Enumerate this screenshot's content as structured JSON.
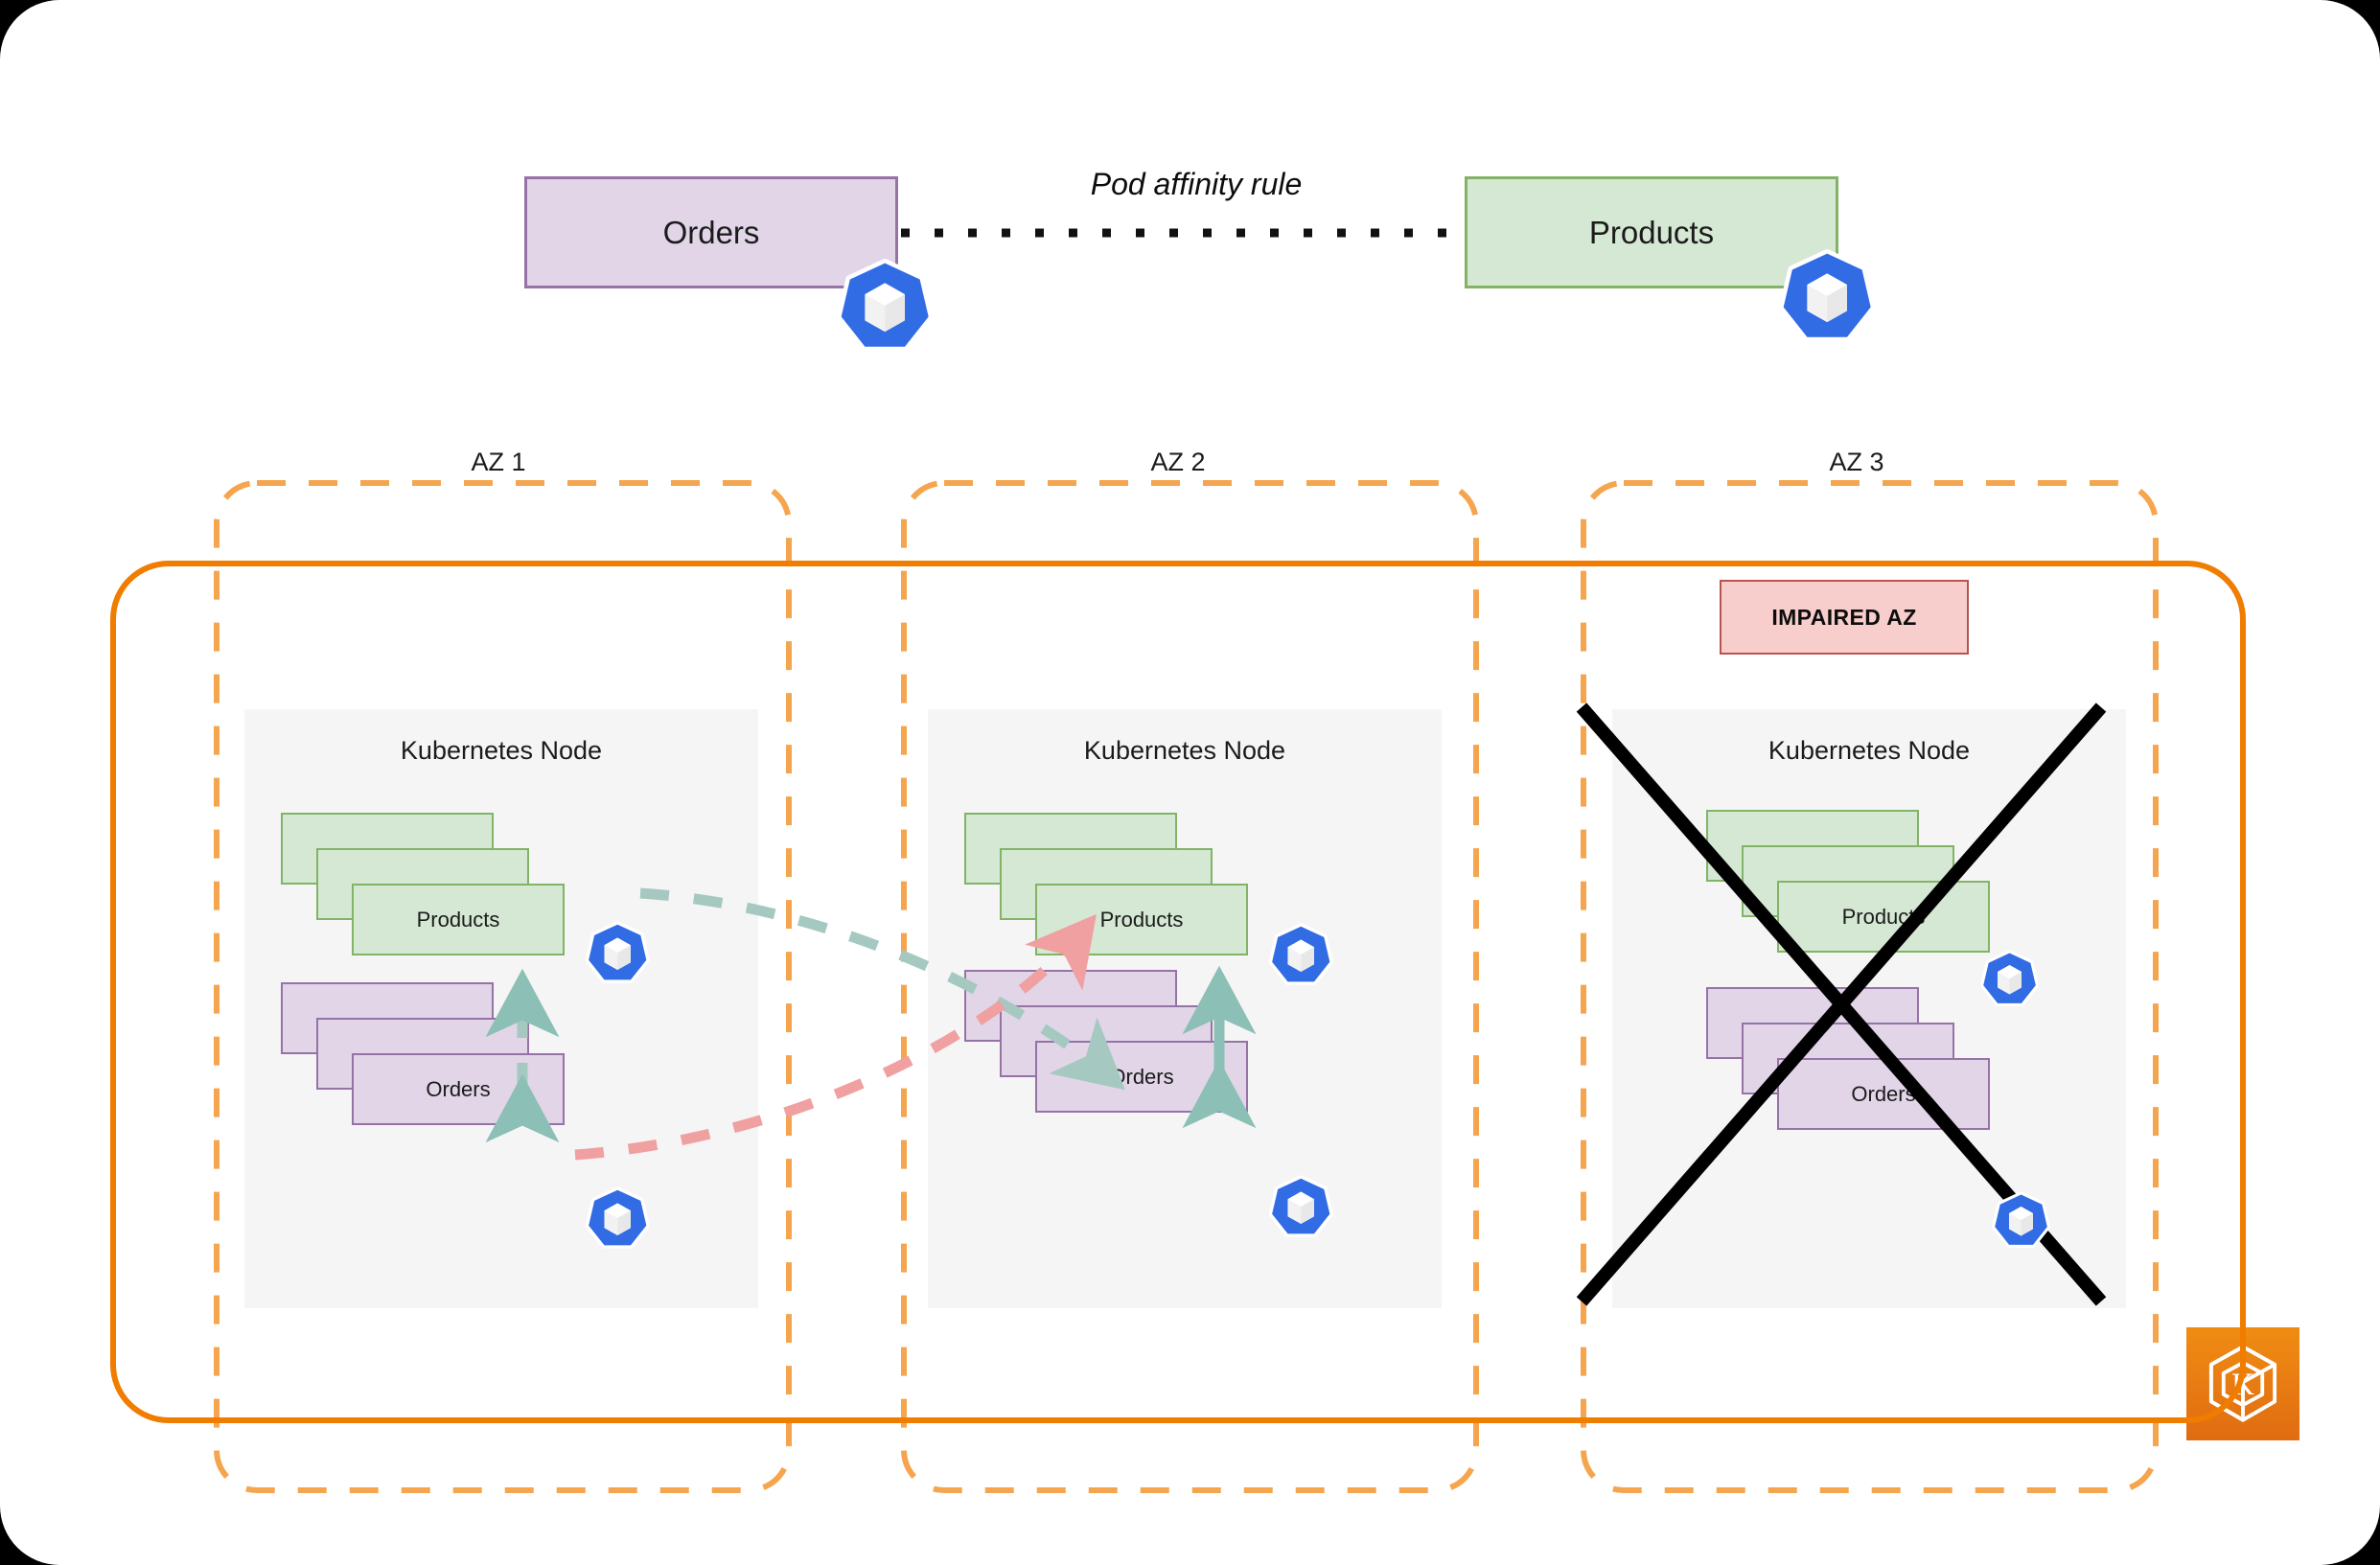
{
  "diagram": {
    "title_top": {
      "orders_label": "Orders",
      "products_label": "Products",
      "affinity_rule_label": "Pod affinity rule"
    },
    "availability_zones": [
      {
        "id": "az1",
        "label": "AZ 1",
        "node_title": "Kubernetes Node",
        "impaired": false,
        "pod_groups": [
          {
            "name": "Products",
            "label": "Products",
            "color": "green",
            "replicas": 3
          },
          {
            "name": "Orders",
            "label": "Orders",
            "color": "purple",
            "replicas": 3
          }
        ],
        "internal_link_style": "dashed"
      },
      {
        "id": "az2",
        "label": "AZ 2",
        "node_title": "Kubernetes Node",
        "impaired": false,
        "pod_groups": [
          {
            "name": "Products",
            "label": "Products",
            "color": "green",
            "replicas": 3
          },
          {
            "name": "Orders",
            "label": "Orders",
            "color": "purple",
            "replicas": 3
          }
        ],
        "internal_link_style": "solid"
      },
      {
        "id": "az3",
        "label": "AZ 3",
        "node_title": "Kubernetes Node",
        "impaired": true,
        "impaired_badge": "IMPAIRED AZ",
        "pod_groups": [
          {
            "name": "Products",
            "label": "Products",
            "color": "green",
            "replicas": 3
          },
          {
            "name": "Orders",
            "label": "Orders",
            "color": "purple",
            "replicas": 3
          }
        ],
        "internal_link_style": "none"
      }
    ],
    "cross_az_links": [
      {
        "from": "az1.Products",
        "to": "az2.Orders",
        "color": "#a5c9c0",
        "style": "dashed",
        "direction": "one-way"
      },
      {
        "from": "az1.Orders",
        "to": "az2.Products",
        "color": "#f0a0a0",
        "style": "dashed",
        "direction": "one-way"
      }
    ],
    "colors": {
      "orders_fill": "#e1d5e7",
      "orders_stroke": "#9673a6",
      "products_fill": "#d5e8d4",
      "products_stroke": "#82b366",
      "node_fill": "#f5f5f5",
      "az_boundary": "#f5a54d",
      "cluster_boundary": "#f07c00",
      "impaired_fill": "#f8cecc",
      "impaired_stroke": "#b85450",
      "k8s_blue": "#326ce5",
      "cluster_badge_orange": "#e8740c",
      "failure_cross": "#000000"
    },
    "icons": {
      "pod_icon": "kubernetes-pod-icon",
      "cluster_icon": "kubernetes-cluster-icon",
      "failure_cross": "failure-cross-icon"
    }
  }
}
